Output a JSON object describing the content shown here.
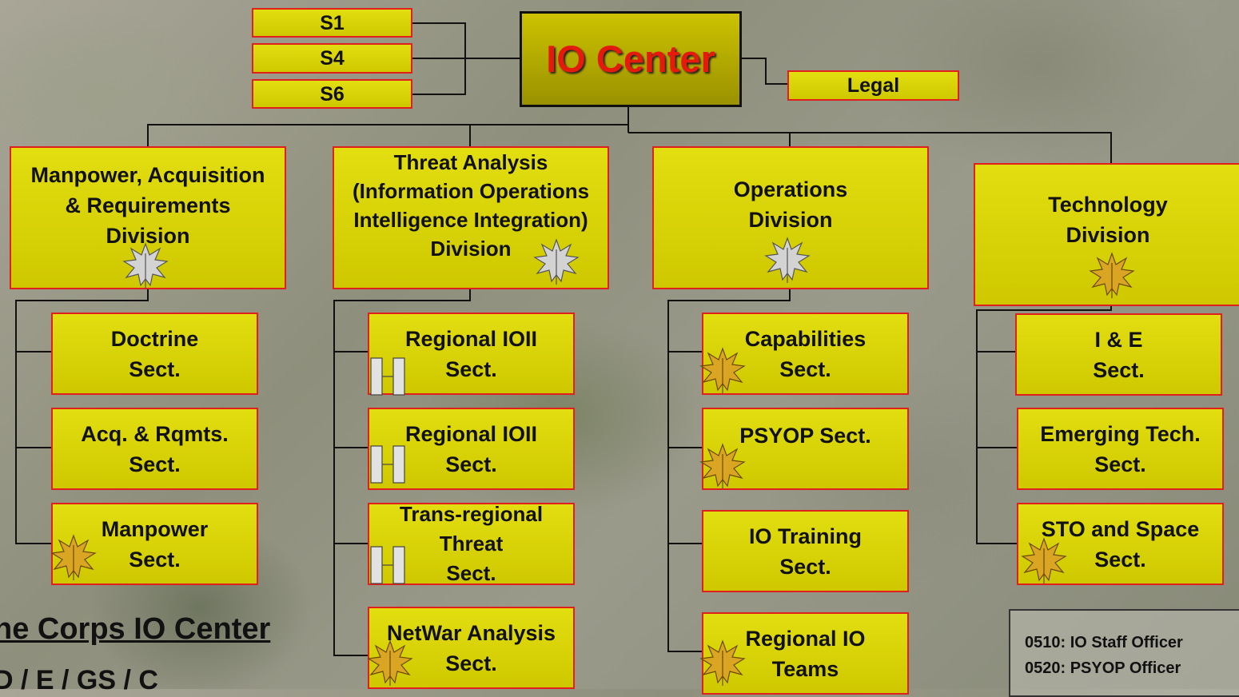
{
  "center": {
    "title": "IO Center"
  },
  "staff": {
    "s1": "S1",
    "s4": "S4",
    "s6": "S6",
    "legal": "Legal"
  },
  "divisions": {
    "marq": "Manpower, Acquisition\n& Requirements\nDivision",
    "threat": "Threat Analysis\n(Information Operations\nIntelligence Integration)\nDivision",
    "ops": "Operations\nDivision",
    "tech": "Technology\nDivision"
  },
  "sections": {
    "doctrine": "Doctrine\nSect.",
    "acq": "Acq. & Rqmts.\nSect.",
    "manpower": "Manpower\nSect.",
    "regional1": "Regional IOII\nSect.",
    "regional2": "Regional IOII\nSect.",
    "transregional": "Trans-regional\nThreat\nSect.",
    "netwar": "NetWar Analysis\nSect.",
    "capabilities": "Capabilities\nSect.",
    "psyop": "PSYOP Sect.",
    "training": "IO Training\nSect.",
    "regional_teams": "Regional IO\nTeams",
    "ie": "I & E\nSect.",
    "emerging": "Emerging Tech.\nSect.",
    "sto": "STO and Space\nSect."
  },
  "caption": {
    "title": "ne Corps IO Center",
    "subtitle": "D / E / GS / C"
  },
  "legend": [
    "0510:  IO Staff Officer",
    "0520:  PSYOP Officer"
  ],
  "colors": {
    "box_fill": "#d8d400",
    "box_border": "#e0201a",
    "title_red": "#e31a0c",
    "silver": "#c8c8c8",
    "gold": "#d6a720"
  },
  "icons": {
    "silver_leaf": "silver-oak-leaf-icon",
    "gold_leaf": "gold-oak-leaf-icon",
    "captain_bars": "captain-bars-icon"
  }
}
